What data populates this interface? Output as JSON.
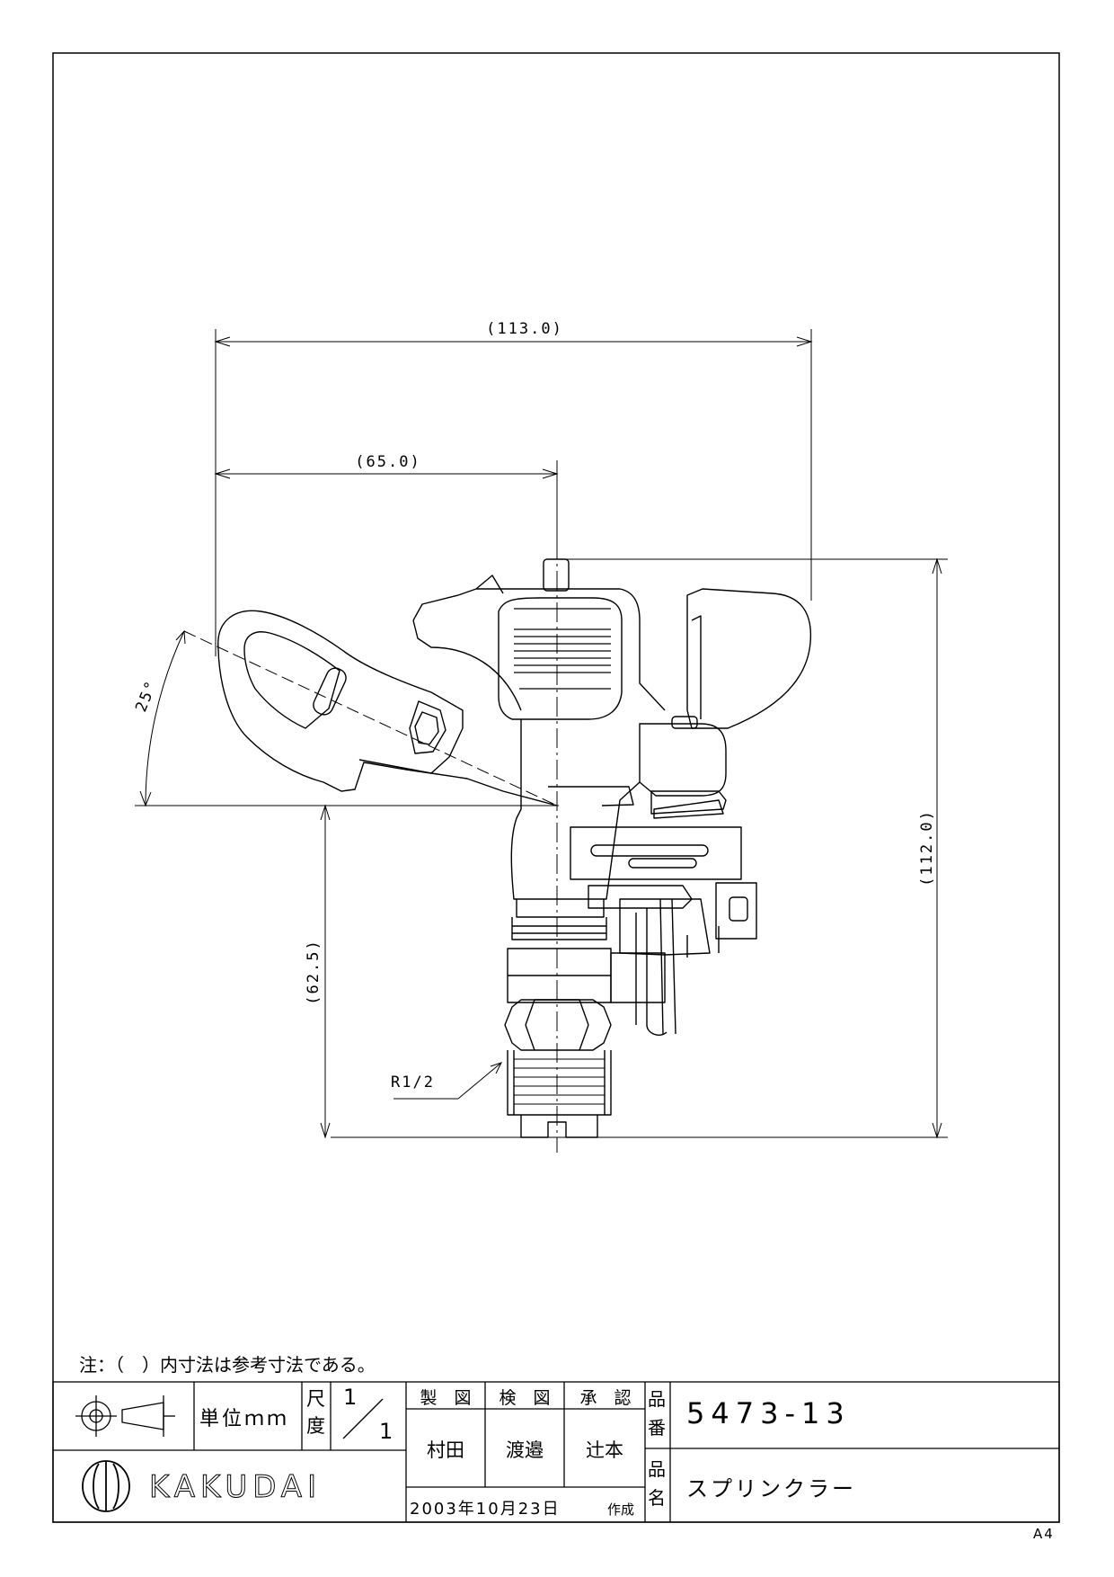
{
  "dimensions": {
    "width_overall": "(113.0)",
    "width_center": "(65.0)",
    "height_overall": "(112.0)",
    "height_lower": "(62.5)",
    "angle": "25°",
    "thread": "R1/2"
  },
  "note": "注：（　）内寸法は参考寸法である。",
  "title_block": {
    "unit_label": "単位ｍｍ",
    "scale_label_1": "尺",
    "scale_label_2": "度",
    "scale_top": "1",
    "scale_bottom": "1",
    "drawn_label": "製　図",
    "checked_label": "検　図",
    "approved_label": "承　認",
    "drawn_by": "村田",
    "checked_by": "渡邉",
    "approved_by": "辻本",
    "date": "2003年10月23日",
    "date_suffix": "作成",
    "part_no_label_1": "品",
    "part_no_label_2": "番",
    "part_no": "5473-13",
    "part_name_label_1": "品",
    "part_name_label_2": "名",
    "part_name": "スプリンクラー",
    "brand": "KAKUDAI"
  },
  "sheet_size": "A4",
  "icons": {
    "projection": "third-angle-projection-icon",
    "logo": "kakudai-logo-icon"
  }
}
